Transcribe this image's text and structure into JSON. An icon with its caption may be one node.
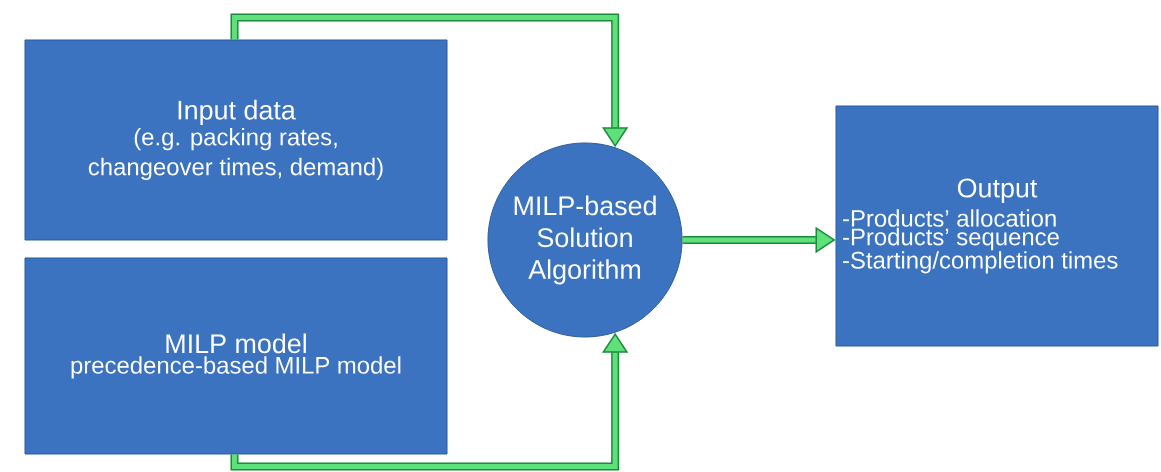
{
  "diagram": {
    "nodes": [
      {
        "text": [
          "Input data",
          "(e.g. packing rates, changeover times, demand)"
        ]
      },
      {
        "text": [
          "MILP model",
          "precedence-based MILP model"
        ]
      },
      {
        "text": [
          "MILP-based Solution Algorithm"
        ]
      },
      {
        "text": [
          "Output",
          "-Products’ allocation",
          "-Products’ sequence",
          "-Starting/completion times"
        ]
      }
    ],
    "edges": [
      {
        "from": 0,
        "to": 2,
        "arrow": "to"
      },
      {
        "from": 1,
        "to": 2,
        "arrow": "to"
      },
      {
        "from": 2,
        "to": 3,
        "arrow": "to"
      }
    ]
  }
}
